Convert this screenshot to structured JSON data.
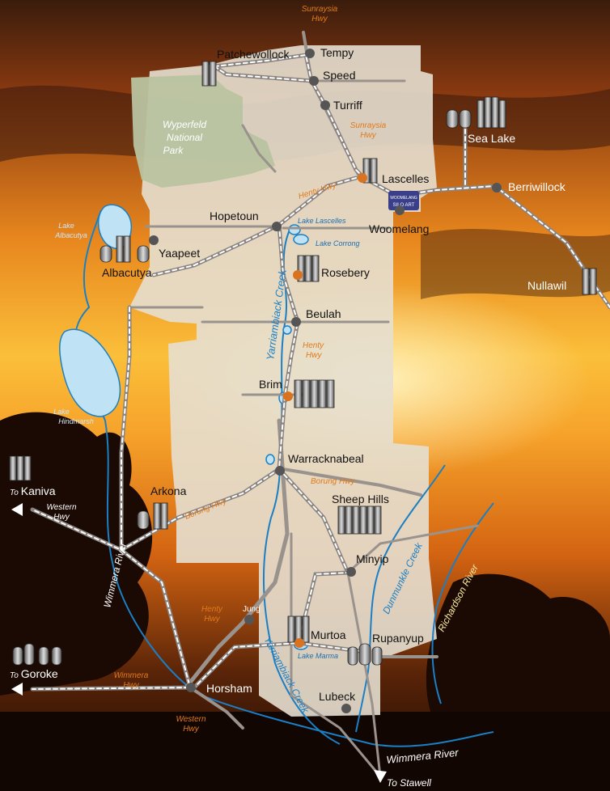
{
  "towns": {
    "patchewollock": "Patchewollock",
    "tempy": "Tempy",
    "speed": "Speed",
    "turriff": "Turriff",
    "sea_lake": "Sea Lake",
    "lascelles": "Lascelles",
    "berriwillock": "Berriwillock",
    "woomelang": "Woomelang",
    "hopetoun": "Hopetoun",
    "yaapeet": "Yaapeet",
    "albacutya": "Albacutya",
    "rosebery": "Rosebery",
    "nullawil": "Nullawil",
    "beulah": "Beulah",
    "brim": "Brim",
    "warracknabeal": "Warracknabeal",
    "kaniva_prefix": "To",
    "kaniva": "Kaniva",
    "arkona": "Arkona",
    "sheep_hills": "Sheep Hills",
    "minyip": "Minyip",
    "jung": "Jung",
    "murtoa": "Murtoa",
    "rupanyup": "Rupanyup",
    "goroke_prefix": "To",
    "goroke": "Goroke",
    "horsham": "Horsham",
    "lubeck": "Lubeck",
    "stawell": "To Stawell"
  },
  "highways": {
    "sunraysia_top_1": "Sunraysia",
    "sunraysia_top_2": "Hwy",
    "sunraysia_mid_1": "Sunraysia",
    "sunraysia_mid_2": "Hwy",
    "henty_top": "Henty Hwy",
    "henty_mid_1": "Henty",
    "henty_mid_2": "Hwy",
    "borung_east": "Borung Hwy",
    "borung_west": "Borung Hwy",
    "western_top_1": "Western",
    "western_top_2": "Hwy",
    "henty_low_1": "Henty",
    "henty_low_2": "Hwy",
    "wimmera_hwy_1": "Wimmera",
    "wimmera_hwy_2": "Hwy",
    "western_low_1": "Western",
    "western_low_2": "Hwy"
  },
  "water": {
    "lake_albacutya_1": "Lake",
    "lake_albacutya_2": "Albacutya",
    "lake_lascelles": "Lake Lascelles",
    "lake_corrong": "Lake Corrong",
    "lake_hindmarsh_1": "Lake",
    "lake_hindmarsh_2": "Hindmarsh",
    "lake_marma": "Lake Marma",
    "yarriambiack_creek_north": "Yarriambiack Creek",
    "yarriambiack_creek_south": "Yarriambiack Creek",
    "wimmera_river_west": "Wimmera River",
    "wimmera_river_south": "Wimmera River",
    "dunmunkle_creek": "Dunmunkle Creek",
    "richardson_river": "Richardson River"
  },
  "park": {
    "line1": "Wyperfeld",
    "line2": "National",
    "line3": "Park"
  },
  "badge": {
    "line1": "WOOMELANG",
    "line2": "SILO ART"
  },
  "colors": {
    "region_fill": "#e6dfd0",
    "park_fill": "#b9c3a0",
    "road": "#9a928c",
    "trail_dash": "#ffffff",
    "town_dot": "#555555",
    "silo_dot": "#d9731f",
    "river": "#1a7fc4",
    "lake": "#bfe3f4",
    "highway_label": "#e07a1c"
  }
}
